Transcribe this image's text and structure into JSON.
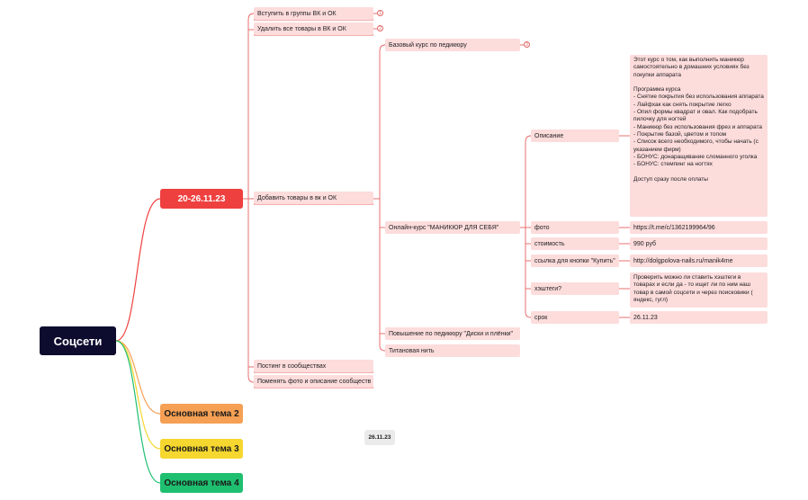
{
  "root": "Соцсети",
  "main_topics": [
    "20-26.11.23",
    "Основная тема 2",
    "Основная тема 3",
    "Основная тема 4"
  ],
  "floating": "26.11.23",
  "level2": [
    "Вступить в группы ВК и ОК",
    "Удалить все товары в ВК и ОК",
    "Добавить товары в вк и ОК",
    "Постинг в сообществах",
    "Поменять фото и описание сообществ"
  ],
  "badges": [
    "1",
    "2",
    "3"
  ],
  "level3": [
    "Базовый курс по педикюру",
    "Онлайн-курс \"МАНИКЮР ДЛЯ СЕБЯ\"",
    "Повышение по педикюру \"Диски и плёнки\"",
    "Титановая нить"
  ],
  "level4": [
    "Описание",
    "фото",
    "стоимость",
    "ссылка для кнопки \"Купить\"",
    "хэштеги?",
    "срок"
  ],
  "level5": {
    "description": "Этот курс о том, как выполнить маникюр самостоятельно в домашних условиях без покупки аппарата\n\nПрограмма курса\n- Снятие покрытия без использования аппарата\n- Лайфхак как снять покрытие легко\n- Опил формы квадрат и овал. Как подобрать пилочку для ногтей\n- Маникюр без использования фрез и аппарата\n- Покрытие базой, цветом и топом\n- Список всего необходимого, чтобы начать (с указанием фирм)\n- БОНУС: донаращивание сломанного уголка\n- БОНУС: стемпинг на ногтях\n\nДоступ сразу после оплаты",
    "photo": "https://t.me/c/1362199964/96",
    "price": "990 руб",
    "link": "http://dolgpolova-nails.ru/manik4me",
    "hashtags": "Проверить можно ли ставить хэштеги в товарах и если да - то ищет ли по ним наш товар в самой соцсети и через поисковики ( яндекс, гугл)",
    "deadline": "26.11.23"
  },
  "colors": {
    "root": "#0d0b2e",
    "topic1": "#ef4040",
    "topic2": "#f5a054",
    "topic3": "#f5d72f",
    "topic4": "#1fbf70",
    "subtopic": "#fddcdc"
  }
}
